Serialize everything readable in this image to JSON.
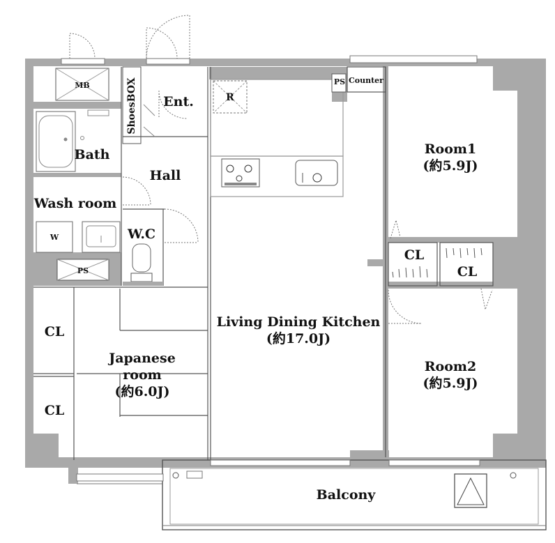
{
  "colors": {
    "wall": "#a9a9a9",
    "floor": "#ffffff",
    "line": "#555555",
    "fixture": "#9a9a9a",
    "text": "#111111"
  },
  "rooms": {
    "mb": "MB",
    "shoes_box": "ShoesBOX",
    "entrance": "Ent.",
    "bath": "Bath",
    "hall": "Hall",
    "wash_room": "Wash room",
    "washer": "W",
    "wc": "W.C",
    "ps_lower": "PS",
    "ps_upper": "PS",
    "counter": "Counter",
    "fridge": "R",
    "ldk": "Living Dining Kitchen",
    "ldk_size": "(約17.0J)",
    "room1": "Room1",
    "room1_size": "(約5.9J)",
    "room2": "Room2",
    "room2_size": "(約5.9J)",
    "closet_mid_left": "CL",
    "closet_mid_right": "CL",
    "closet_left_upper": "CL",
    "closet_left_lower": "CL",
    "japanese_line1": "Japanese",
    "japanese_line2": "room",
    "japanese_size": "(約6.0J)",
    "balcony": "Balcony"
  },
  "icons": [
    "bathtub-icon",
    "sink-icon",
    "toilet-icon",
    "stove-icon",
    "kitchen-sink-icon",
    "washing-machine-icon",
    "door-swing-icon",
    "skylight-icon"
  ]
}
